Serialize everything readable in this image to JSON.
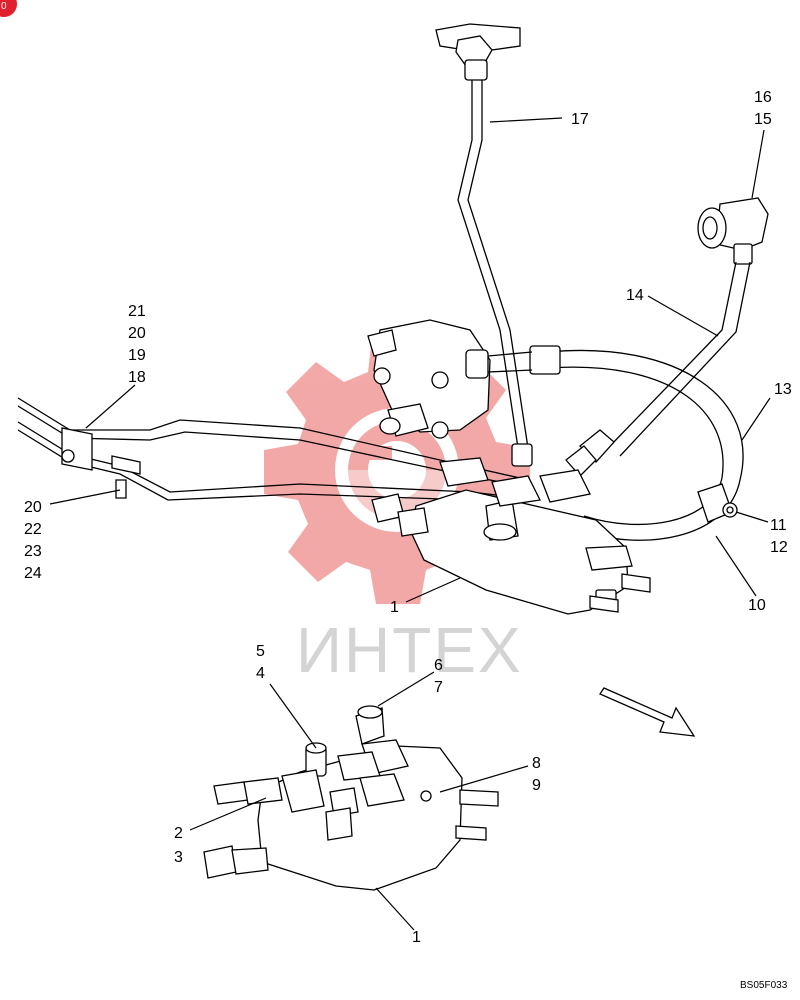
{
  "watermark": {
    "text": "ИНТЕХ",
    "logo_color": "#f08c8c",
    "text_color": "#d4d4d4"
  },
  "badge": {
    "color": "#e0202e",
    "text": "0"
  },
  "drawing_code": "BS05F033",
  "callouts": [
    {
      "id": "c17",
      "text": "17"
    },
    {
      "id": "c16",
      "text": "16"
    },
    {
      "id": "c15",
      "text": "15"
    },
    {
      "id": "c14",
      "text": "14"
    },
    {
      "id": "c13",
      "text": "13"
    },
    {
      "id": "c21",
      "text": "21"
    },
    {
      "id": "c20a",
      "text": "20"
    },
    {
      "id": "c19",
      "text": "19"
    },
    {
      "id": "c18",
      "text": "18"
    },
    {
      "id": "c20b",
      "text": "20"
    },
    {
      "id": "c22",
      "text": "22"
    },
    {
      "id": "c23",
      "text": "23"
    },
    {
      "id": "c24",
      "text": "24"
    },
    {
      "id": "c11",
      "text": "11"
    },
    {
      "id": "c12",
      "text": "12"
    },
    {
      "id": "c10",
      "text": "10"
    },
    {
      "id": "c1a",
      "text": "1"
    },
    {
      "id": "c5",
      "text": "5"
    },
    {
      "id": "c4",
      "text": "4"
    },
    {
      "id": "c6",
      "text": "6"
    },
    {
      "id": "c7",
      "text": "7"
    },
    {
      "id": "c8",
      "text": "8"
    },
    {
      "id": "c9",
      "text": "9"
    },
    {
      "id": "c2",
      "text": "2"
    },
    {
      "id": "c3",
      "text": "3"
    },
    {
      "id": "c1b",
      "text": "1"
    }
  ]
}
